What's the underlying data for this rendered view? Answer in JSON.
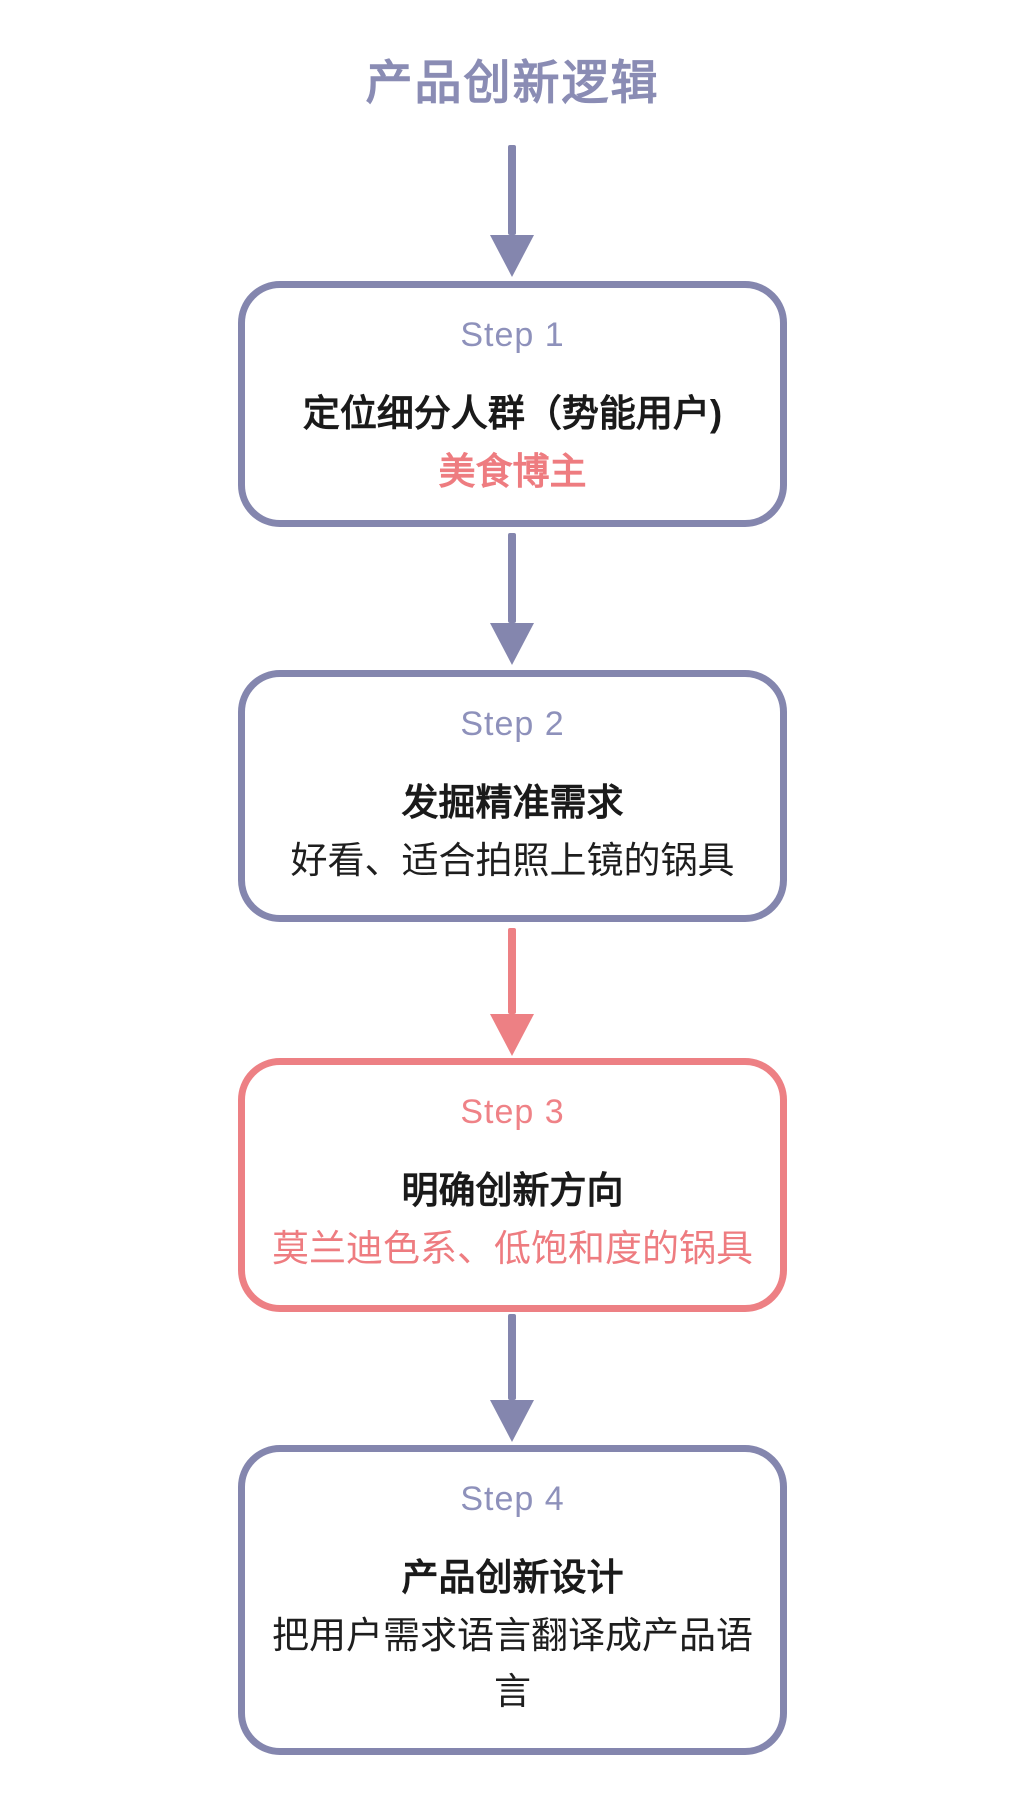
{
  "title": "产品创新逻辑",
  "colors": {
    "purple_accent": "#8486AE",
    "purple_label": "#8E91BB",
    "coral_accent": "#ED8084",
    "coral_text": "#EE7C80",
    "heading_text": "#1A1A1A",
    "background": "#FFFFFF"
  },
  "steps": [
    {
      "label": "Step 1",
      "heading": "定位细分人群（势能用户)",
      "detail": "美食博主",
      "accent": "purple",
      "detail_style": "coral-bold"
    },
    {
      "label": "Step 2",
      "heading": "发掘精准需求",
      "detail": "好看、适合拍照上镜的锅具",
      "accent": "purple",
      "detail_style": "black"
    },
    {
      "label": "Step 3",
      "heading": "明确创新方向",
      "detail": "莫兰迪色系、低饱和度的锅具",
      "accent": "coral",
      "detail_style": "coral"
    },
    {
      "label": "Step 4",
      "heading": "产品创新设计",
      "detail": "把用户需求语言翻译成产品语言",
      "accent": "purple",
      "detail_style": "black"
    }
  ],
  "arrows": [
    {
      "from": "title",
      "to": "step-1",
      "color": "purple"
    },
    {
      "from": "step-1",
      "to": "step-2",
      "color": "purple"
    },
    {
      "from": "step-2",
      "to": "step-3",
      "color": "coral"
    },
    {
      "from": "step-3",
      "to": "step-4",
      "color": "purple"
    }
  ]
}
